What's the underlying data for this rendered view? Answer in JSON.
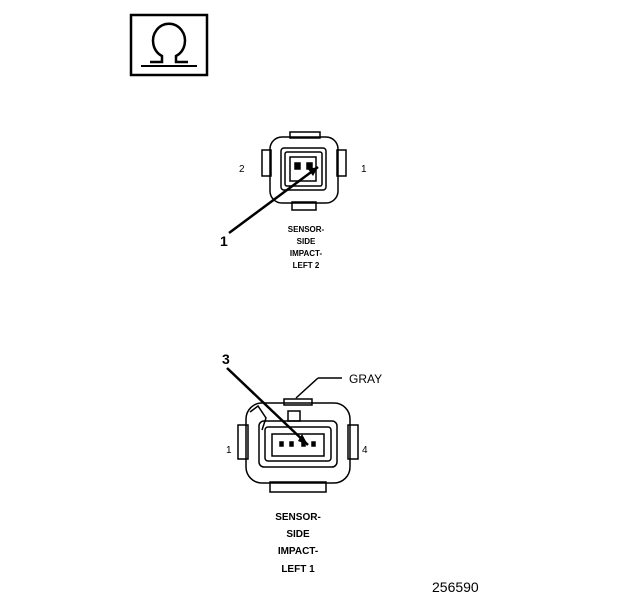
{
  "symbol": {
    "name": "ohm-symbol",
    "glyph": "Ω"
  },
  "connector_top": {
    "pin_left": "2",
    "pin_right": "1",
    "callout": "1",
    "label_lines": [
      "SENSOR-",
      "SIDE",
      "IMPACT-",
      "LEFT 2"
    ]
  },
  "connector_bottom": {
    "pin_left": "1",
    "pin_right": "4",
    "callout": "3",
    "wire_color": "GRAY",
    "label_lines": [
      "SENSOR-",
      "SIDE",
      "IMPACT-",
      "LEFT 1"
    ]
  },
  "figure_number": "256590"
}
